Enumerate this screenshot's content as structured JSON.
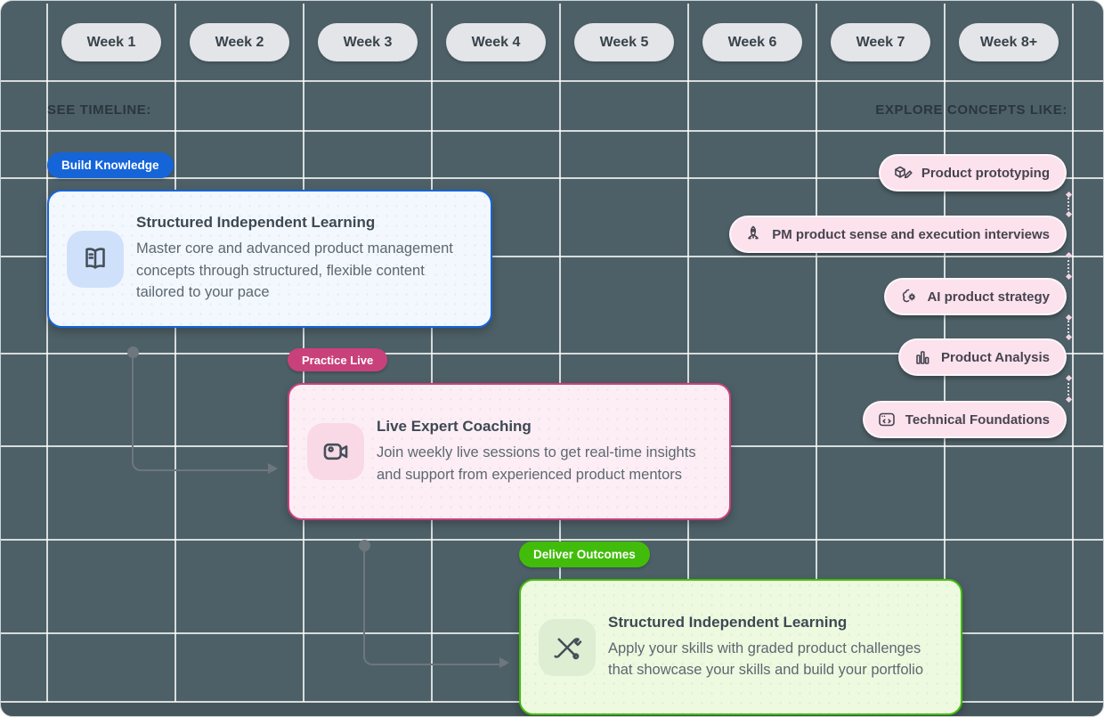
{
  "header": {
    "weeks": [
      {
        "label": "Week 1"
      },
      {
        "label": "Week 2"
      },
      {
        "label": "Week 3"
      },
      {
        "label": "Week 4"
      },
      {
        "label": "Week 5"
      },
      {
        "label": "Week 6"
      },
      {
        "label": "Week 7"
      },
      {
        "label": "Week 8+"
      }
    ]
  },
  "timeline": {
    "heading": "SEE TIMELINE:"
  },
  "concepts": {
    "heading": "EXPLORE CONCEPTS LIKE:",
    "items": [
      {
        "label": "Product prototyping",
        "icon": "box-pencil-icon"
      },
      {
        "label": "PM product sense and execution interviews",
        "icon": "rocket-launch-icon"
      },
      {
        "label": "AI product strategy",
        "icon": "brain-gear-icon"
      },
      {
        "label": "Product Analysis",
        "icon": "bar-chart-icon"
      },
      {
        "label": "Technical Foundations",
        "icon": "code-window-icon"
      }
    ]
  },
  "stages": [
    {
      "badge": "Build Knowledge",
      "title": "Structured Independent Learning",
      "description": "Master core and advanced product management concepts through structured, flexible content tailored to your pace",
      "icon": "open-book-icon",
      "accent": "#1565d8",
      "card_bg": "#f3f8fe",
      "icon_tile_bg": "#cfe1fa"
    },
    {
      "badge": "Practice Live",
      "title": "Live Expert Coaching",
      "description": "Join weekly live sessions to get real-time insights and support from experienced product mentors",
      "icon": "video-camera-icon",
      "accent": "#c9417a",
      "card_bg": "#fdeef5",
      "icon_tile_bg": "#f9d9e6"
    },
    {
      "badge": "Deliver Outcomes",
      "title": "Structured Independent Learning",
      "description": "Apply your skills with graded product challenges that showcase your skills and build your portfolio",
      "icon": "crossed-tools-icon",
      "accent": "#42bc0b",
      "card_bg": "#edfadf",
      "icon_tile_bg": "#ddeed2"
    }
  ],
  "colors": {
    "background": "#4d6067",
    "grid_line": "rgba(255,255,255,0.78)",
    "week_pill_bg": "#e3e5e8",
    "week_pill_text": "#39424b",
    "section_label_text": "#2b353d",
    "concept_pill_bg": "#fce2ed",
    "concept_pill_text": "#474450",
    "card_title_text": "#3d4954",
    "card_body_text": "#5d6771",
    "connector_gray": "#6e767e",
    "stage_blue": "#1565d8",
    "stage_pink": "#c9417a",
    "stage_green": "#42bc0b"
  }
}
